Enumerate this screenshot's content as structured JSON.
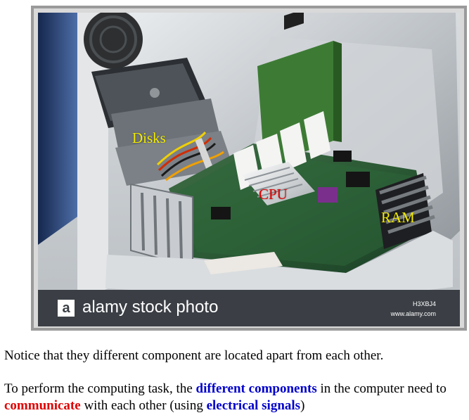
{
  "photo": {
    "labels": {
      "disks": "Disks",
      "cpu": "CPU",
      "ram": "RAM"
    },
    "watermark": {
      "logo_letter": "a",
      "brand_text": "alamy stock photo",
      "image_code": "H3XBJ4",
      "site": "www.alamy.com"
    },
    "colors": {
      "label_yellow": "#f2ea00",
      "label_red": "#e10000",
      "watermark_bg": "#3b3f45"
    }
  },
  "text": {
    "paragraph1": "Notice that they different component are located apart from each other.",
    "paragraph2": {
      "part1": "To perform the computing task, the ",
      "highlight1": "different components",
      "part2": " in the computer need to ",
      "highlight2": "communicate",
      "part3": " with each other (using ",
      "highlight3": "electrical signals",
      "part4": ")"
    },
    "colors": {
      "highlight_blue": "#0000cc",
      "highlight_red": "#e00000"
    }
  }
}
